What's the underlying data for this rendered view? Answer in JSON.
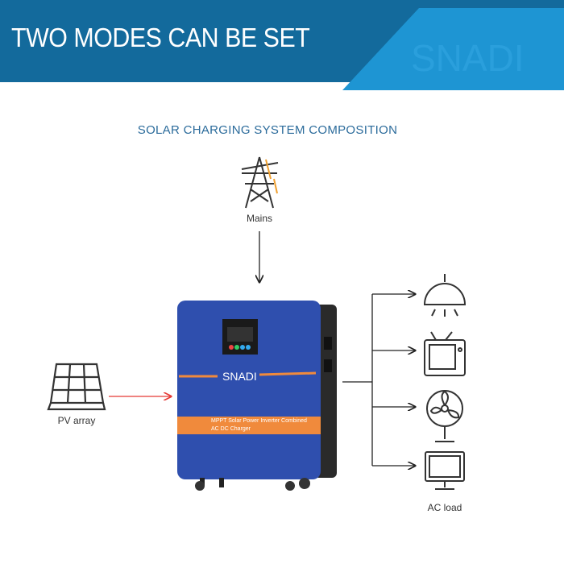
{
  "header": {
    "title": "TWO MODES CAN BE SET",
    "watermark": "SNADI"
  },
  "diagram": {
    "subtitle": "SOLAR CHARGING SYSTEM COMPOSITION",
    "mains_label": "Mains",
    "pv_label": "PV array",
    "load_label": "AC load",
    "device": {
      "brand": "SNADI",
      "band_text": "MPPT Solar Power Inverter Combined AC DC Charger"
    },
    "colors": {
      "header": "#136a9c",
      "accent": "#1e95d3",
      "device_body": "#2f4fae",
      "band": "#f08a3c",
      "pv_arrow": "#e53935"
    }
  }
}
